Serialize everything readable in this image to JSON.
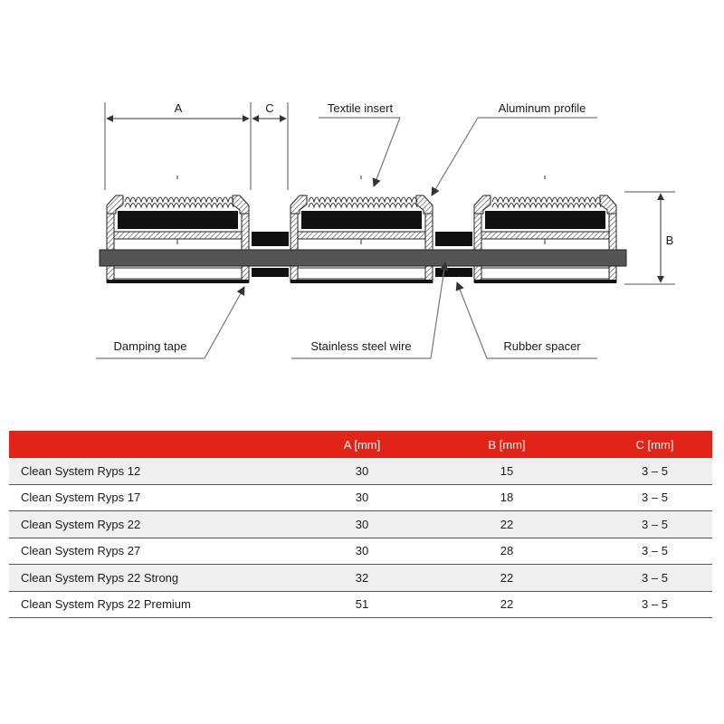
{
  "diagram": {
    "dimension_labels": {
      "a": "A",
      "b": "B",
      "c": "C"
    },
    "callouts": {
      "textile_insert": "Textile insert",
      "aluminum_profile": "Aluminum profile",
      "damping_tape": "Damping tape",
      "stainless_steel_wire": "Stainless steel wire",
      "rubber_spacer": "Rubber spacer"
    }
  },
  "table": {
    "columns": [
      "",
      "A [mm]",
      "B [mm]",
      "C [mm]"
    ],
    "header_color": "#e2231a",
    "rows": [
      {
        "name": "Clean System Ryps 12",
        "a": "30",
        "b": "15",
        "c": "3 – 5"
      },
      {
        "name": "Clean System Ryps 17",
        "a": "30",
        "b": "18",
        "c": "3 – 5"
      },
      {
        "name": "Clean System Ryps 22",
        "a": "30",
        "b": "22",
        "c": "3 – 5"
      },
      {
        "name": "Clean System Ryps 27",
        "a": "30",
        "b": "28",
        "c": "3 – 5"
      },
      {
        "name": "Clean System Ryps 22 Strong",
        "a": "32",
        "b": "22",
        "c": "3 – 5"
      },
      {
        "name": "Clean System Ryps 22 Premium",
        "a": "51",
        "b": "22",
        "c": "3 – 5"
      }
    ]
  }
}
